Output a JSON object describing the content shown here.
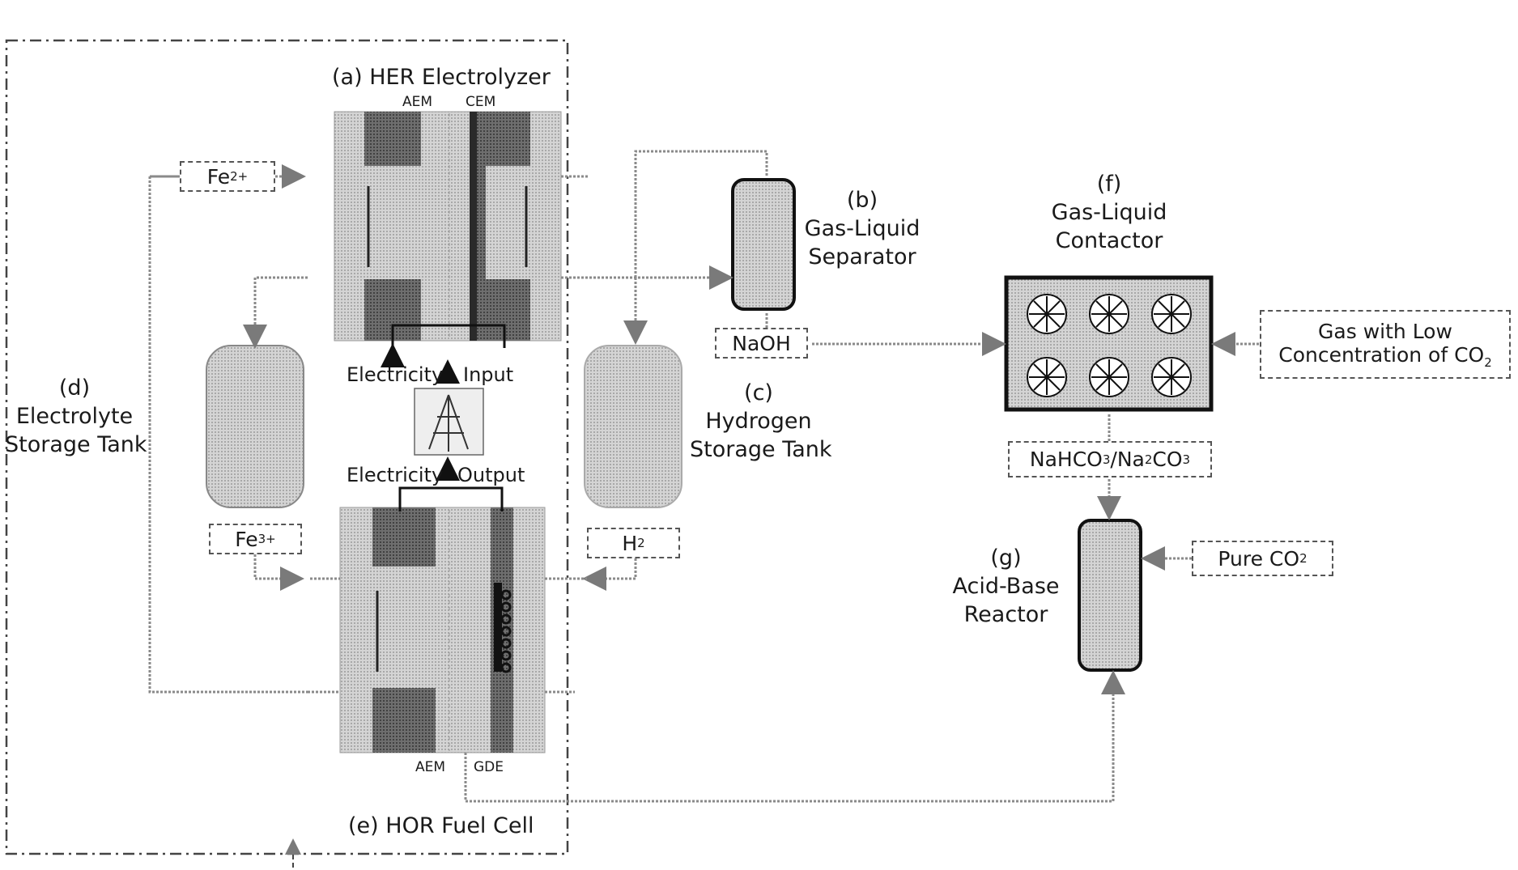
{
  "colors": {
    "line": "#8a8a8a",
    "dark": "#2a2a2a",
    "membrane": "#5a5a5a",
    "cell": "#bdbdbd",
    "tank": "#b0b0b0"
  },
  "electrolyzer": {
    "title": "(a) HER Electrolyzer",
    "aem": "AEM",
    "cem": "CEM"
  },
  "separator": {
    "letter": "(b)",
    "line1": "Gas-Liquid",
    "line2": "Separator",
    "naoh": "NaOH"
  },
  "hydrogen_tank": {
    "letter": "(c)",
    "line1": "Hydrogen",
    "line2": "Storage Tank",
    "h2": "H",
    "h2_sub": "2"
  },
  "electrolyte_tank": {
    "letter": "(d)",
    "line1": "Electrolyte",
    "line2": "Storage Tank",
    "fe2": "Fe",
    "fe2_sup": "2+",
    "fe3": "Fe",
    "fe3_sup": "3+"
  },
  "fuel_cell": {
    "title": "(e) HOR Fuel Cell",
    "aem": "AEM",
    "gde": "GDE"
  },
  "power": {
    "input_left": "Electricity",
    "input_right": "Input",
    "output_left": "Electricity",
    "output_right": "Output"
  },
  "contactor": {
    "letter": "(f)",
    "line1": "Gas-Liquid",
    "line2": "Contactor",
    "gas_line1": "Gas with Low",
    "gas_line2": "Concentration of CO",
    "gas_sub": "2",
    "bicarb_a": "NaHCO",
    "bicarb_sub1": "3",
    "bicarb_b": "/Na",
    "bicarb_sub2": "2",
    "bicarb_c": "CO",
    "bicarb_sub3": "3"
  },
  "reactor": {
    "letter": "(g)",
    "line1": "Acid-Base",
    "line2": "Reactor",
    "pure_a": "Pure CO",
    "pure_sub": "2"
  }
}
